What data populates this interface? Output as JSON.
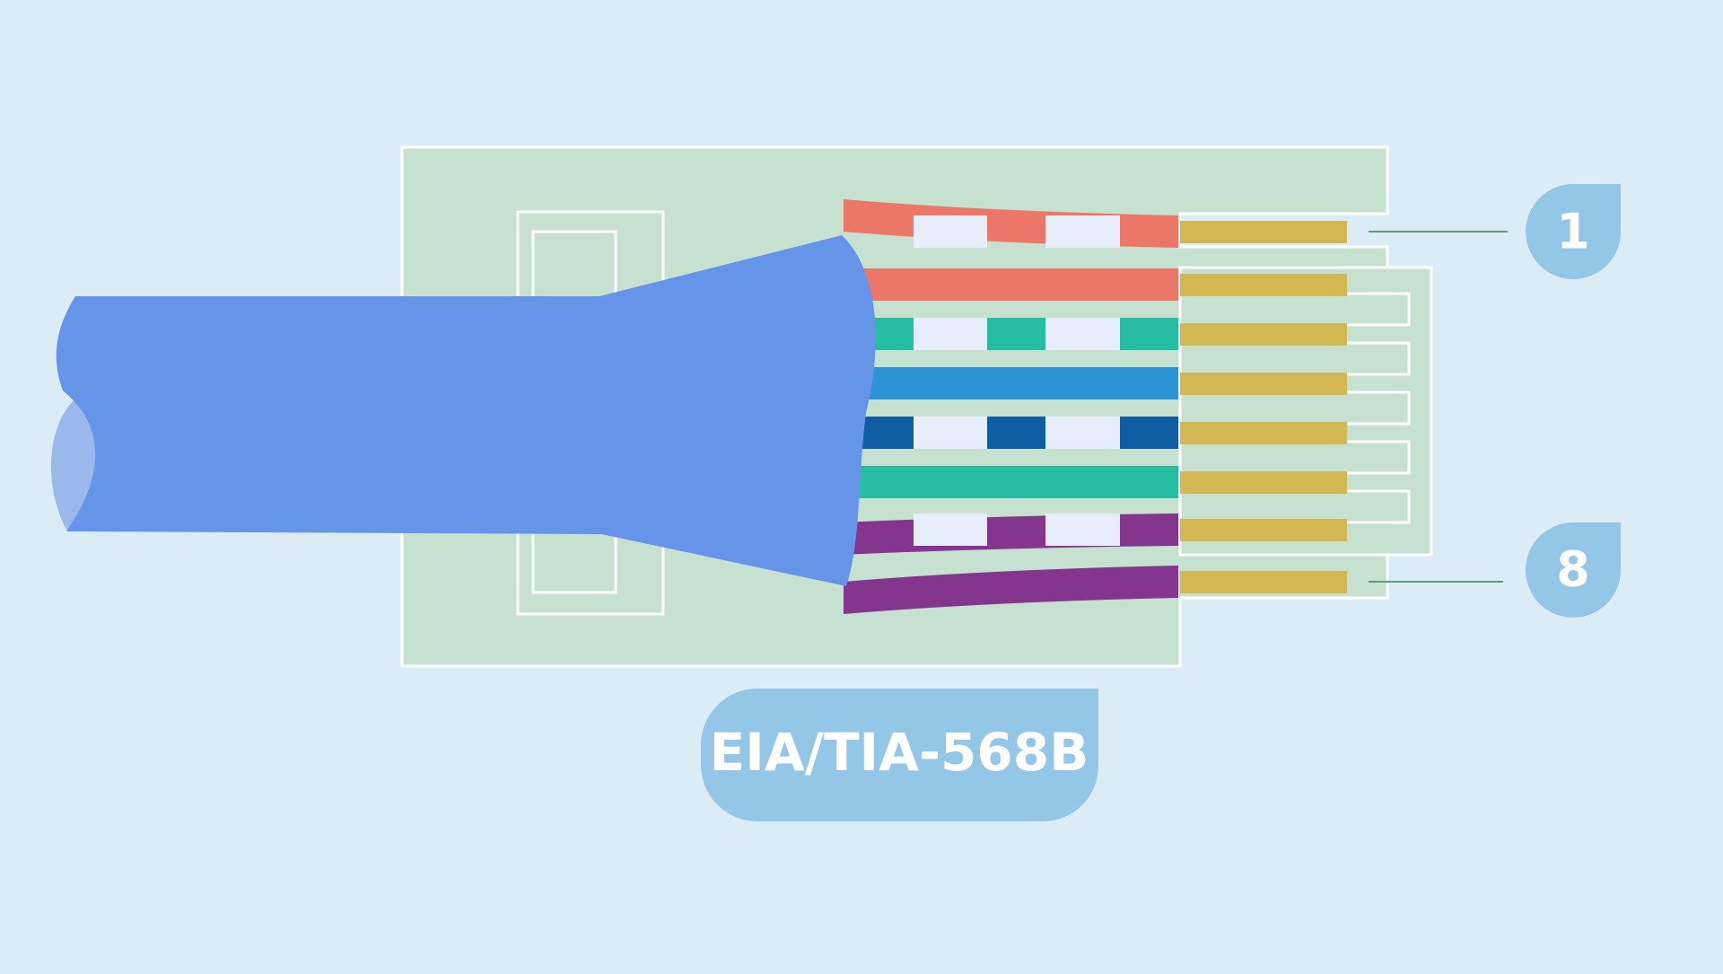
{
  "diagram": {
    "standard_label": "EIA/TIA-568B",
    "pin_labels": {
      "first": "1",
      "last": "8"
    },
    "colors": {
      "background": "#dcecf6",
      "plug_body": "#c6e1d0",
      "outline": "#ffffff",
      "cable_jacket": "#6694e8",
      "cable_jacket_light": "#9ab8ec",
      "contact": "#d2b752",
      "label_badge": "#93c6e7",
      "leader_line": "#5f9a76",
      "stripe_white": "#e8edfb"
    },
    "wires": [
      {
        "pin": 1,
        "color": "#ec7668",
        "striped": true
      },
      {
        "pin": 2,
        "color": "#ec7668",
        "striped": false
      },
      {
        "pin": 3,
        "color": "#27bda5",
        "striped": true
      },
      {
        "pin": 4,
        "color": "#2c93d6",
        "striped": false
      },
      {
        "pin": 5,
        "color": "#0f5ea3",
        "striped": true
      },
      {
        "pin": 6,
        "color": "#27bda5",
        "striped": false
      },
      {
        "pin": 7,
        "color": "#84358d",
        "striped": true
      },
      {
        "pin": 8,
        "color": "#84358d",
        "striped": false
      }
    ]
  }
}
